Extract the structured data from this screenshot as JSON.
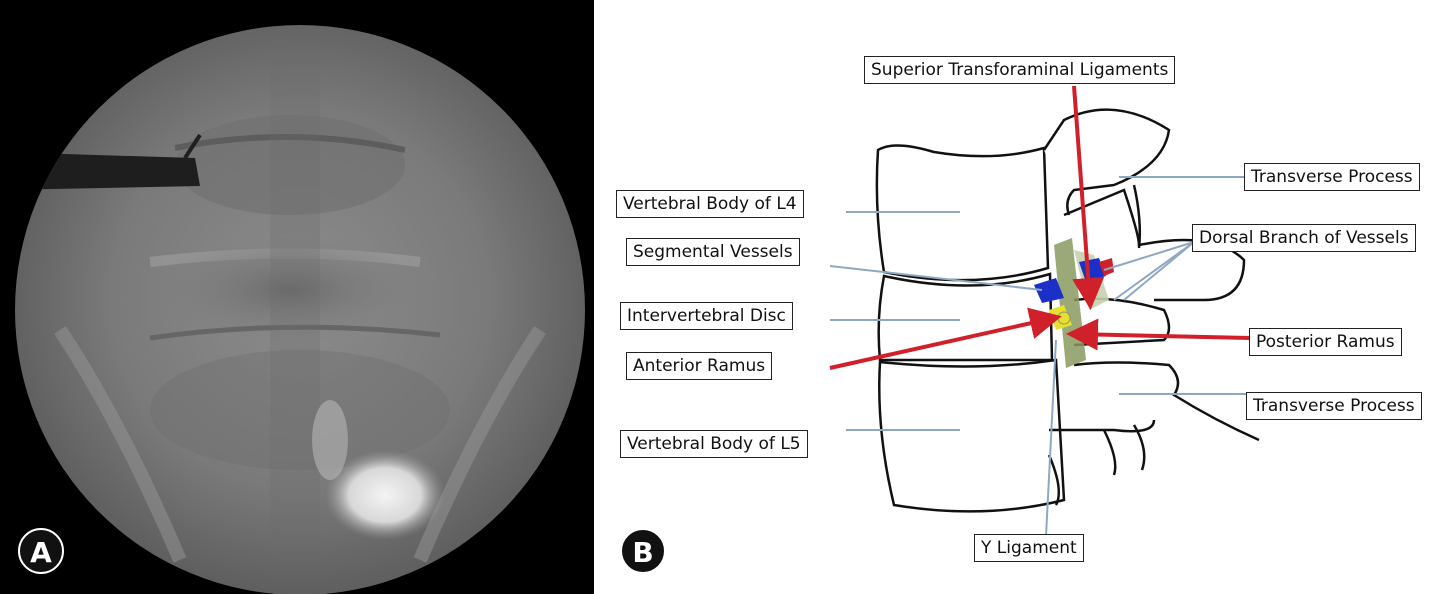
{
  "panel_a": {
    "badge": "A"
  },
  "panel_b": {
    "badge": "B",
    "labels": {
      "superior_transforaminal": "Superior Transforaminal Ligaments",
      "transverse_process_top": "Transverse Process",
      "vertebral_body_l4": "Vertebral Body of L4",
      "dorsal_branch": "Dorsal Branch of Vessels",
      "segmental_vessels": "Segmental Vessels",
      "intervertebral_disc": "Intervertebral Disc",
      "posterior_ramus": "Posterior Ramus",
      "anterior_ramus": "Anterior Ramus",
      "transverse_process_bottom": "Transverse Process",
      "vertebral_body_l5": "Vertebral Body of L5",
      "y_ligament": "Y Ligament"
    },
    "colors": {
      "arrow": "#d0202a",
      "leader": "#8fa8c2",
      "ligament": "#8a9a60",
      "vessel_blue": "#1c2fc8",
      "vessel_red": "#d0202a",
      "nerve": "#e8e030"
    }
  }
}
